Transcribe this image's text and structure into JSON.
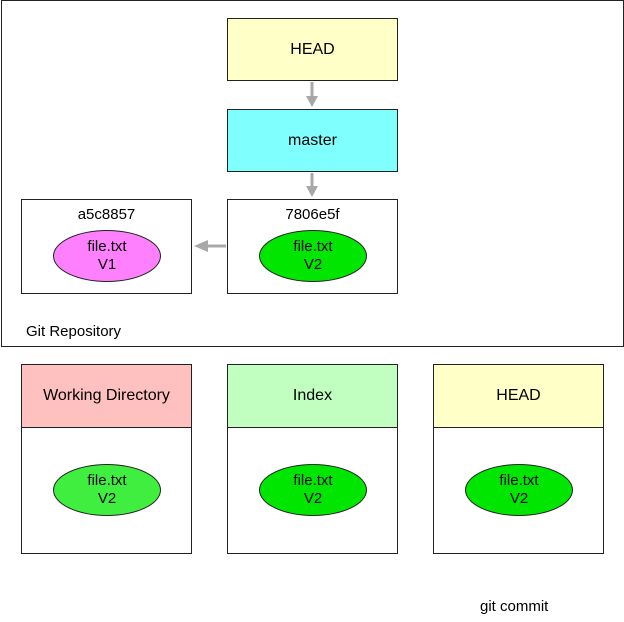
{
  "repository": {
    "label": "Git Repository",
    "head": {
      "label": "HEAD",
      "color": "#ffffc8"
    },
    "branch": {
      "label": "master",
      "color": "#80ffff"
    },
    "commits": [
      {
        "id": "a5c8857",
        "file": "file.txt",
        "version": "V1",
        "blob_color": "#ff80ff"
      },
      {
        "id": "7806e5f",
        "file": "file.txt",
        "version": "V2",
        "blob_color": "#00e600"
      }
    ]
  },
  "areas": [
    {
      "title": "Working Directory",
      "header_color": "#ffc0c0",
      "file": "file.txt",
      "version": "V2",
      "blob_color": "#40ee40"
    },
    {
      "title": "Index",
      "header_color": "#c0ffc0",
      "file": "file.txt",
      "version": "V2",
      "blob_color": "#00e600"
    },
    {
      "title": "HEAD",
      "header_color": "#ffffc8",
      "file": "file.txt",
      "version": "V2",
      "blob_color": "#00e600"
    }
  ],
  "caption": "git commit",
  "arrow_color": "#a8a8a8"
}
